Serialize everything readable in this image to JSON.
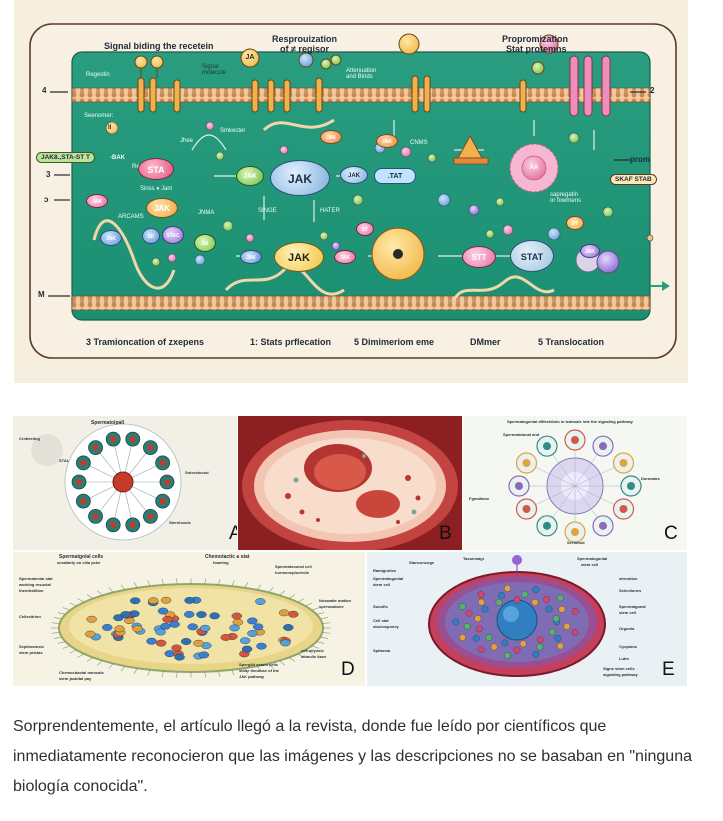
{
  "diagram": {
    "labels": {
      "signal_binding": "Signal biding the recetein",
      "repro_line1": "Resprouization",
      "repro_line2": "of ≠ regisor",
      "propro_line1": "Propromization",
      "propro_line2": "Stat protemns",
      "signal_molecule": "Signal\nmolecule",
      "activation": "Attenuation\nand Binds",
      "regestin": "Regestin",
      "seenomer": "Seenomer:",
      "smkecter": "Smkecter",
      "jhee": "Jhee",
      "cnms": "CNMS",
      "regestes": "Regestes",
      "sinss_jam": "Sinss  ♦ Jam",
      "arcams": "ARCAMS",
      "jnma": "JNMA",
      "singe": "SINGE",
      "hater": "HATER",
      "sapregatin": "sapregatin\nor fowmens",
      "prom": "prom",
      "left_tag": "JAK8.,STA-ST T",
      "jak_side": "-BAK",
      "right_tag": "SKAF STAB",
      "side_4": "4",
      "side_3": "3",
      "side_2": "2",
      "side_arrow": "ↄ",
      "side_m": "M",
      "side_ii": "II",
      "footer_1": "3  Tramioncation of zxepens",
      "footer_2": "1: Stats prflecation",
      "footer_3": "5 Dimimeriom eme",
      "footer_4": "DMmer",
      "footer_5": "5 Translocation"
    },
    "nodes": {
      "ja_top": "JA",
      "sta": "STA",
      "jak_a": "JAK",
      "jak_b": "JAK",
      "jak_main": "JAK",
      "jak_mid": "JAK",
      "jak_2": "JAK",
      "jak_left": "JAK",
      "jak_bottom": "JAK",
      "jak_x": "JAK",
      "jak_small1": "JAK",
      "jak_small2": "JAK",
      "stat_box": ".TAT",
      "stt": "STT",
      "stat": "STAT",
      "st": "ST",
      "sa": "SA",
      "sk": "SK",
      "stac": "STAC",
      "dt": "DT",
      "jak_right": "JAK",
      "aa": "AA",
      "jak_center": "JAK"
    }
  },
  "figure": {
    "panel_a": {
      "letter": "A",
      "title": "Spermatoipall",
      "labels": [
        "Crntleeling",
        "STAL",
        "Sntcrotocod",
        "Sternisouls"
      ]
    },
    "panel_b": {
      "letter": "B"
    },
    "panel_c": {
      "letter": "C",
      "title": "Spermatogonial diffeeldiolo in tcatmale inte the signaling pathway",
      "labels": [
        "Spermatotonal and",
        "Fgmaltone",
        "Dormatos",
        "Sertotoid"
      ]
    },
    "panel_d": {
      "letter": "D",
      "labels": [
        "Spermatgolal cells",
        "sesaliarly on cilia pcke",
        "Chemotactic a stat",
        "foaming",
        "Spermatosonal cell",
        "hormoneploctrole",
        "Spermatonial stat",
        "working resuctal",
        "theorbidition",
        "Cellesitrion",
        "Seplimotosis",
        "stem pristas",
        "Chemocbactal moncals",
        "stem jasbital pay",
        "Spergilit sstum cells",
        "stuse tlenouse of the",
        "JAK pathway",
        "Noswatte mation",
        "sperwoatone",
        "cell nilyusis",
        "stimulle tlace"
      ]
    },
    "panel_e": {
      "letter": "E",
      "labels": [
        "Stanconcoge",
        "Tasonmagr",
        "Spermatogonial",
        "stem cell",
        "Ramigrotiss",
        "Spermatogonial",
        "stem cell",
        "strmotion",
        "Sunofis",
        "Selectiones",
        "Cell stat",
        "stuciosponey",
        "Spermatgonal",
        "stem cell",
        "Spitarma",
        "Orgonia",
        "Cyoplans",
        "Lutm",
        "Signs stom cells",
        "signaling pathway"
      ]
    }
  },
  "paragraph": {
    "text": "Sorprendentemente, el artículo llegó a la revista, donde fue leído por científicos que inmediatamente reconocieron que las imágenes y las descripciones no se basaban en \"ninguna biología conocida\"."
  }
}
